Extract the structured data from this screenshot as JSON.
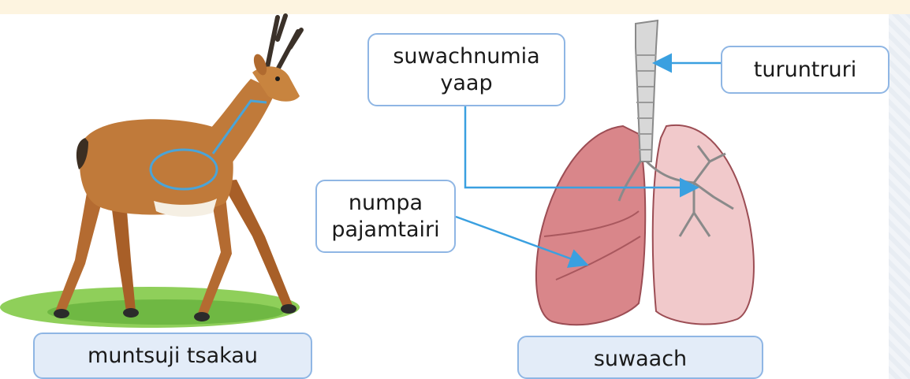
{
  "labels": {
    "deer_caption": "muntsuji tsakau",
    "lungs_caption": "suwaach",
    "trachea": "turuntruri",
    "bronchi_line1": "suwachnumia",
    "bronchi_line2": "yaap",
    "alveoli_line1": "numpa",
    "alveoli_line2": "pajamtairi"
  },
  "colors": {
    "label_border": "#8fb6e4",
    "caption_fill": "#e3ecf8",
    "arrow": "#3aa0e0"
  }
}
